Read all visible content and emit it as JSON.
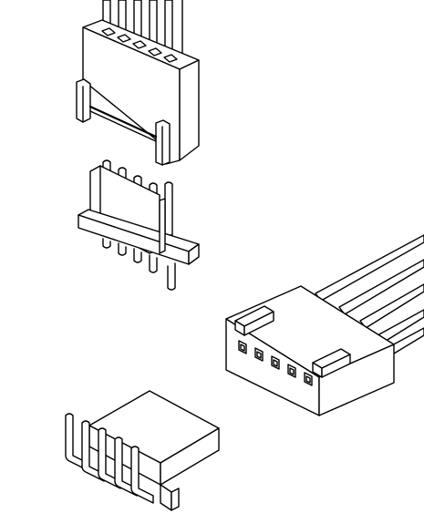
{
  "colors": {
    "line": "#000000",
    "background": "#ffffff"
  },
  "figure": {
    "parts": [
      {
        "id": "wire-housing-top",
        "pins": 5
      },
      {
        "id": "vertical-pin-header",
        "pins": 5
      },
      {
        "id": "wire-housing-right",
        "pins": 5
      },
      {
        "id": "right-angle-pin-header",
        "pins": 5
      }
    ]
  }
}
